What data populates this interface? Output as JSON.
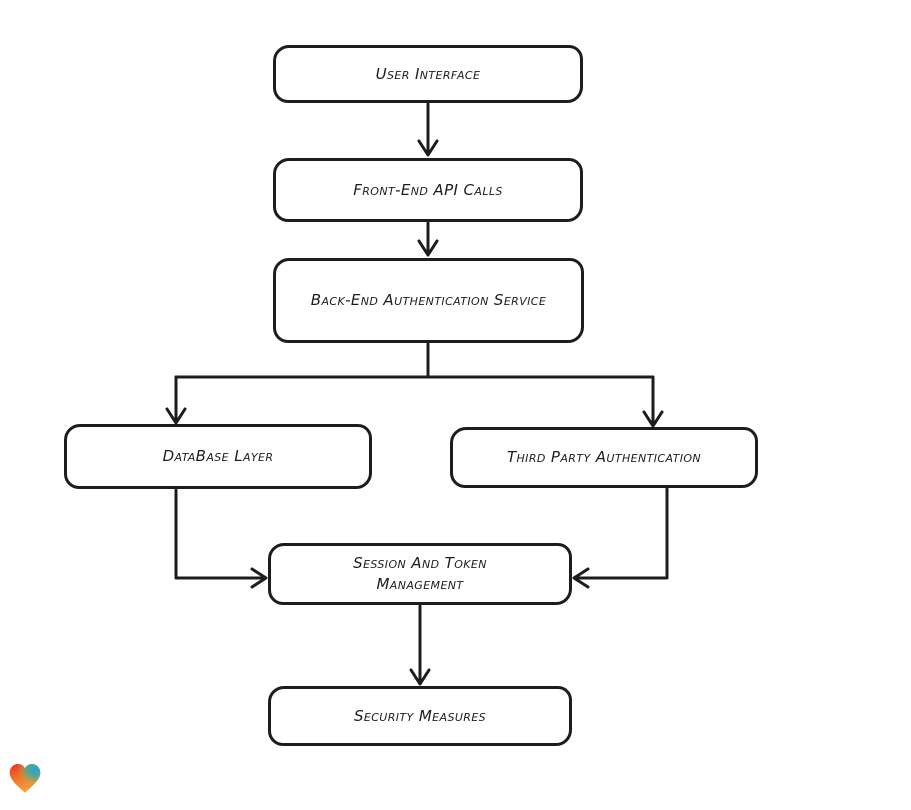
{
  "diagram": {
    "type": "flowchart",
    "direction": "top-down",
    "nodes": [
      {
        "id": "user-interface",
        "label": "User Interface"
      },
      {
        "id": "front-end-api-calls",
        "label": "Front-End API Calls"
      },
      {
        "id": "back-end-auth-service",
        "label": "Back-End Authentication Service"
      },
      {
        "id": "database-layer",
        "label": "DataBase Layer"
      },
      {
        "id": "third-party-authentication",
        "label": "Third Party Authentication"
      },
      {
        "id": "session-token-management",
        "label": "Session And Token Management"
      },
      {
        "id": "security-measures",
        "label": "Security Measures"
      }
    ],
    "edges": [
      {
        "from": "user-interface",
        "to": "front-end-api-calls"
      },
      {
        "from": "front-end-api-calls",
        "to": "back-end-auth-service"
      },
      {
        "from": "back-end-auth-service",
        "to": "database-layer"
      },
      {
        "from": "back-end-auth-service",
        "to": "third-party-authentication"
      },
      {
        "from": "database-layer",
        "to": "session-token-management"
      },
      {
        "from": "third-party-authentication",
        "to": "session-token-management"
      },
      {
        "from": "session-token-management",
        "to": "security-measures"
      }
    ],
    "style": {
      "stroke_color": "#1d1d1d",
      "node_fill": "#ffffff",
      "text_color": "#1d1d1d",
      "background": "#ffffff"
    }
  },
  "logo": {
    "name": "eraser-heart-logo",
    "shape": "gradient-heart",
    "colors": {
      "red": "#e63327",
      "orange": "#f8a03b",
      "green": "#4db07a",
      "blue": "#2d9fe2"
    }
  }
}
